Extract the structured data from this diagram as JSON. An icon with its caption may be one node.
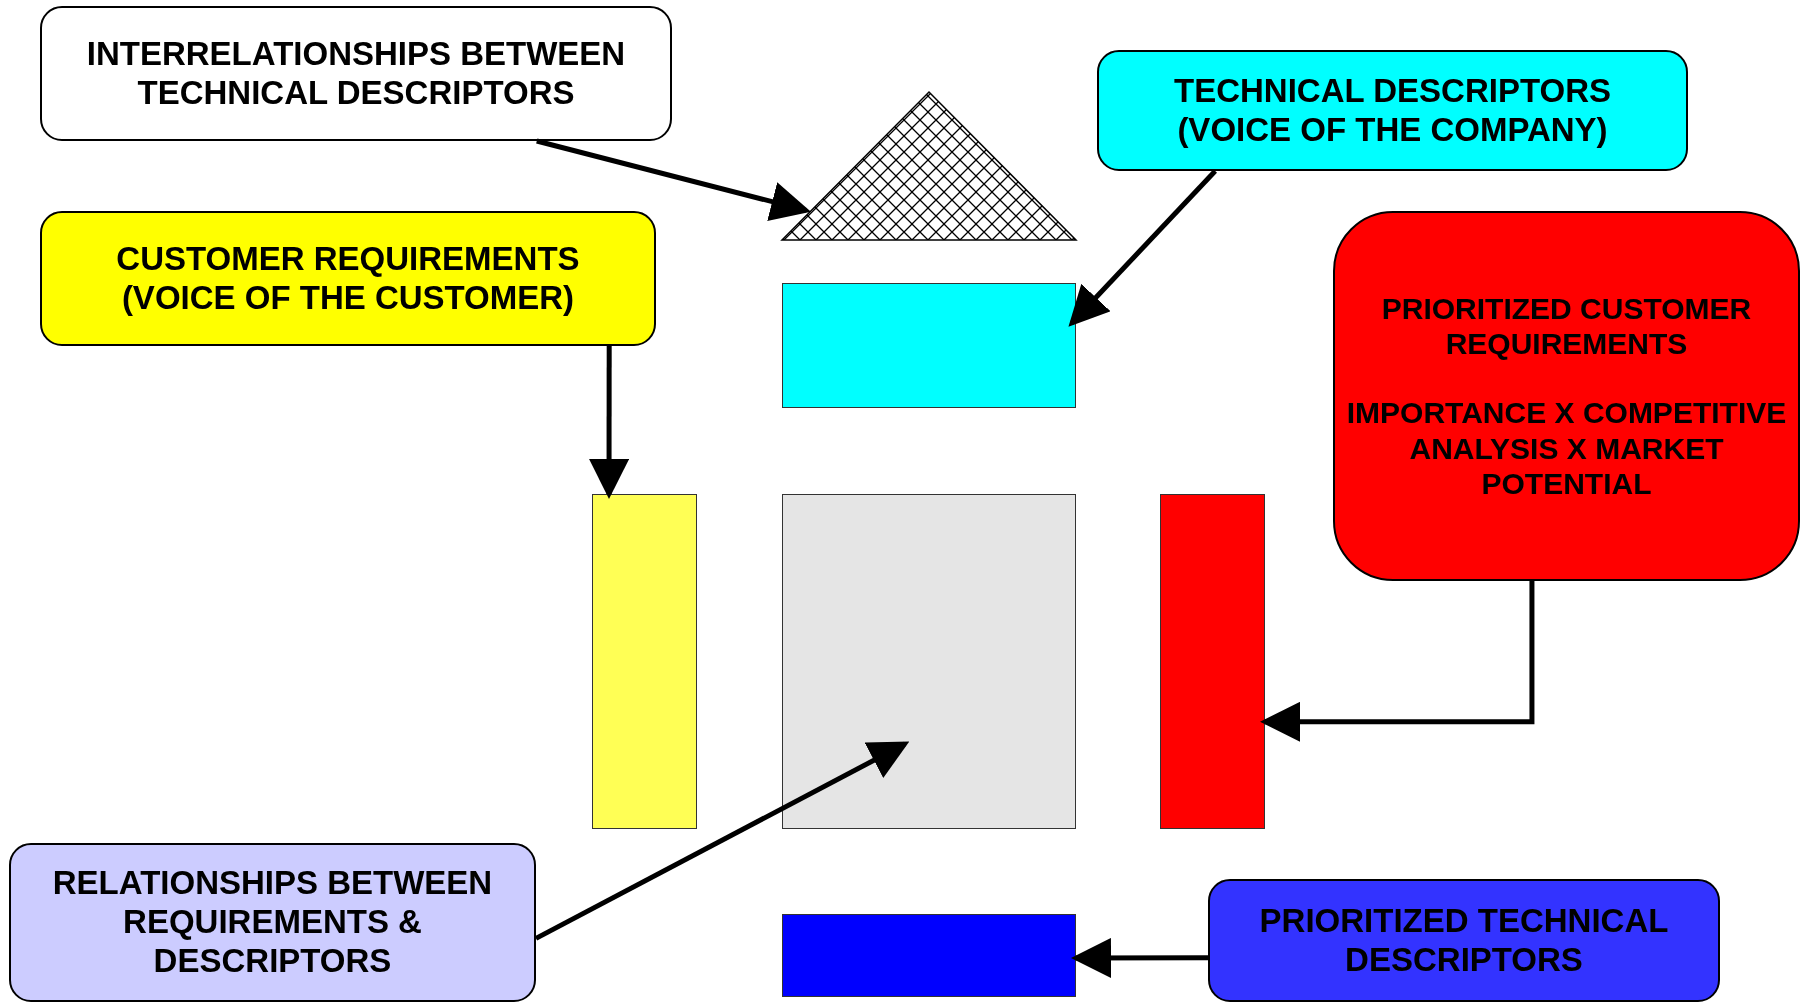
{
  "diagram": {
    "nodes": [
      {
        "text": [
          "INTERRELATIONSHIPS BETWEEN TECHNICAL DESCRIPTORS"
        ]
      },
      {
        "text": [],
        "shape": "triangle"
      },
      {
        "text": [
          "TECHNICAL DESCRIPTORS (VOICE OF THE COMPANY)"
        ]
      },
      {
        "text": [],
        "shape": "box"
      },
      {
        "text": [
          "CUSTOMER REQUIREMENTS (VOICE OF THE CUSTOMER)"
        ]
      },
      {
        "text": [
          "PRIORITIZED CUSTOMER REQUIREMENTS",
          "IMPORTANCE X COMPETITIVE ANALYSIS X MARKET POTENTIAL"
        ]
      },
      {
        "text": [],
        "shape": "box"
      },
      {
        "text": [],
        "shape": "box"
      },
      {
        "text": [],
        "shape": "box"
      },
      {
        "text": [
          "RELATIONSHIPS BETWEEN REQUIREMENTS & DESCRIPTORS"
        ]
      },
      {
        "text": [],
        "shape": "box"
      },
      {
        "text": [
          "PRIORITIZED TECHNICAL DESCRIPTORS"
        ]
      }
    ],
    "edges": [
      {
        "from": 0,
        "to": 1,
        "arrow": "to"
      },
      {
        "from": 2,
        "to": 3,
        "arrow": "to"
      },
      {
        "from": 4,
        "to": 6,
        "arrow": "to"
      },
      {
        "from": 5,
        "to": 8,
        "arrow": "to"
      },
      {
        "from": 9,
        "to": 7,
        "arrow": "to"
      },
      {
        "from": 11,
        "to": 10,
        "arrow": "to"
      }
    ]
  }
}
